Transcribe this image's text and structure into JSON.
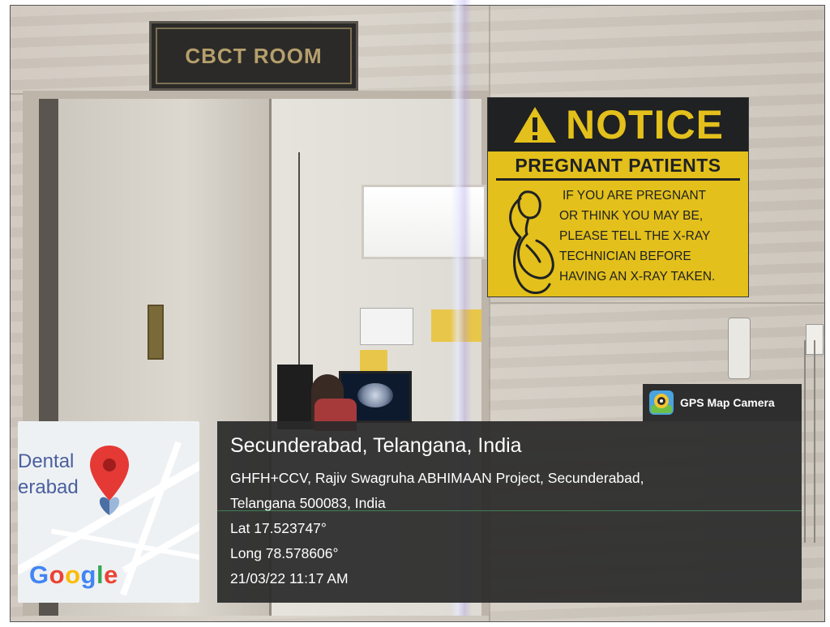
{
  "room_sign": {
    "text": "CBCT ROOM"
  },
  "notice": {
    "heading": "NOTICE",
    "subheading": "PREGNANT PATIENTS",
    "lines": [
      "IF YOU ARE PREGNANT",
      "OR THINK YOU MAY BE,",
      "PLEASE TELL THE X-RAY",
      "TECHNICIAN BEFORE",
      "HAVING  AN X-RAY TAKEN."
    ],
    "colors": {
      "sign_yellow": "#e3c01b",
      "sign_dark": "#1f2123"
    }
  },
  "gps_badge": {
    "label": "GPS Map Camera"
  },
  "map": {
    "place_label_1": "Dental",
    "place_label_2": "erabad",
    "logo_text": "Google",
    "pin_color": "#e53935"
  },
  "gps_overlay": {
    "title": "Secunderabad, Telangana, India",
    "address_line_1": "GHFH+CCV, Rajiv Swagruha ABHIMAAN Project, Secunderabad,",
    "address_line_2": "Telangana 500083, India",
    "latitude": "Lat 17.523747°",
    "longitude": "Long 78.578606°",
    "timestamp": "21/03/22 11:17 AM"
  }
}
